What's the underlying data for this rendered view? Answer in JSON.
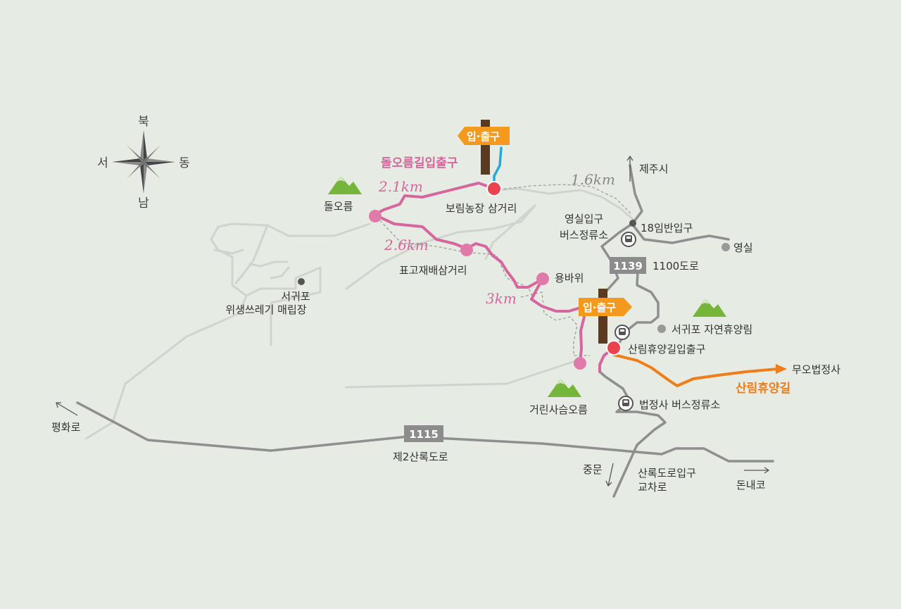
{
  "compass": {
    "north": "북",
    "south": "남",
    "east": "동",
    "west": "서"
  },
  "trails": {
    "dolorum_entrance": "돌오름길입출구",
    "sanrim_name": "산림휴양길",
    "entrance_sign_top": "입·출구",
    "entrance_sign_bottom": "입·출구"
  },
  "distances": {
    "d1": "2.1km",
    "d2": "2.6km",
    "d3": "3km",
    "d4": "1.6km"
  },
  "places": {
    "dolorum": "돌오름",
    "borim_junction": "보림농장 삼거리",
    "pyogo_junction": "표고재배삼거리",
    "yongbawi": "용바위",
    "waste_line1": "서귀포",
    "waste_line2": "위생쓰레기 매립장",
    "yeongsil_stop_line1": "영실입구",
    "yeongsil_stop_line2": "버스정류소",
    "imban_entrance": "18임반입구",
    "yeongsil": "영실",
    "road_1100": "1100도로",
    "forest": "서귀포 자연휴양림",
    "sanrim_entrance": "산림휴양길입출구",
    "muobeopsa": "무오법정사",
    "beopjeongsa_stop": "법정사 버스정류소",
    "georin": "거린사슴오름",
    "jeju_city": "제주시",
    "pyeonghwa_ro": "평화로",
    "second_sanrok": "제2산록도로",
    "jungmun": "중문",
    "sanrok_line1": "산록도로입구",
    "sanrok_line2": "교차로",
    "donnaeko": "돈내코"
  },
  "shields": {
    "r1139": "1139",
    "r1115": "1115"
  },
  "colors": {
    "background": "#e6ece3",
    "pink_trail": "#d5669e",
    "orange_trail": "#ef7d1a",
    "blue_link": "#2aa7d9",
    "road_gray": "#8c8c8c",
    "minor_road": "#cfd3cf",
    "mountain_green": "#74b53a",
    "junction_red": "#e8434f",
    "sign_orange": "#f39a1e",
    "post_brown": "#5b3a22"
  },
  "icons": [
    "mountain-icon",
    "bus-stop-icon",
    "compass-rose-icon",
    "signpost-icon",
    "arrow-icon"
  ]
}
